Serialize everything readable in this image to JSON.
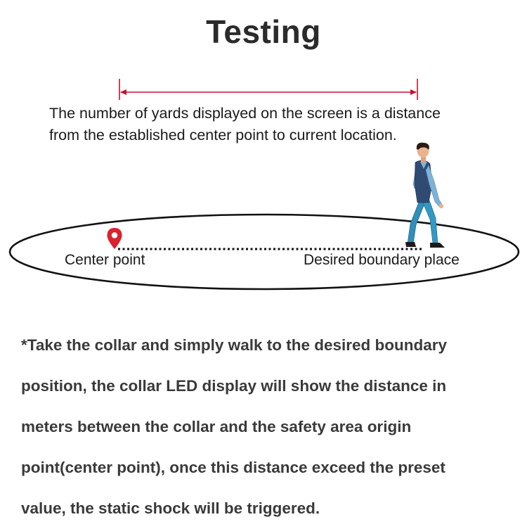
{
  "title": "Testing",
  "explanation": {
    "lines": [
      "The number of yards displayed on the screen is a distance",
      "from the established center point to current location."
    ]
  },
  "diagram": {
    "center_label": "Center point",
    "boundary_label": "Desired boundary place",
    "colors": {
      "measure_line": "#c8102e",
      "pin": "#d9232e",
      "ellipse": "#111111",
      "walker_jacket": "#2f4a73",
      "walker_shirt": "#7fb3d5",
      "walker_pants": "#2f8fb8"
    },
    "icons": [
      "location-pin-icon",
      "walking-person-icon"
    ]
  },
  "note": {
    "lines": [
      "*Take the collar and simply walk to the desired boundary",
      "position, the collar LED display will show the distance in",
      "meters between the collar and the safety area origin",
      "point(center point), once this distance exceed the preset",
      "value, the static shock will be triggered."
    ]
  }
}
